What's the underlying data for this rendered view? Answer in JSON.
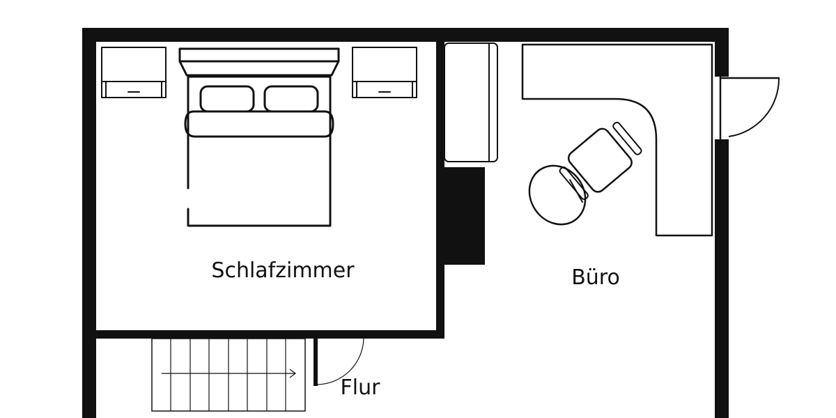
{
  "rooms": {
    "bedroom": "Schlafzimmer",
    "office": "Büro",
    "hallway": "Flur"
  },
  "colors": {
    "wall": "#111111",
    "background": "#ffffff"
  }
}
